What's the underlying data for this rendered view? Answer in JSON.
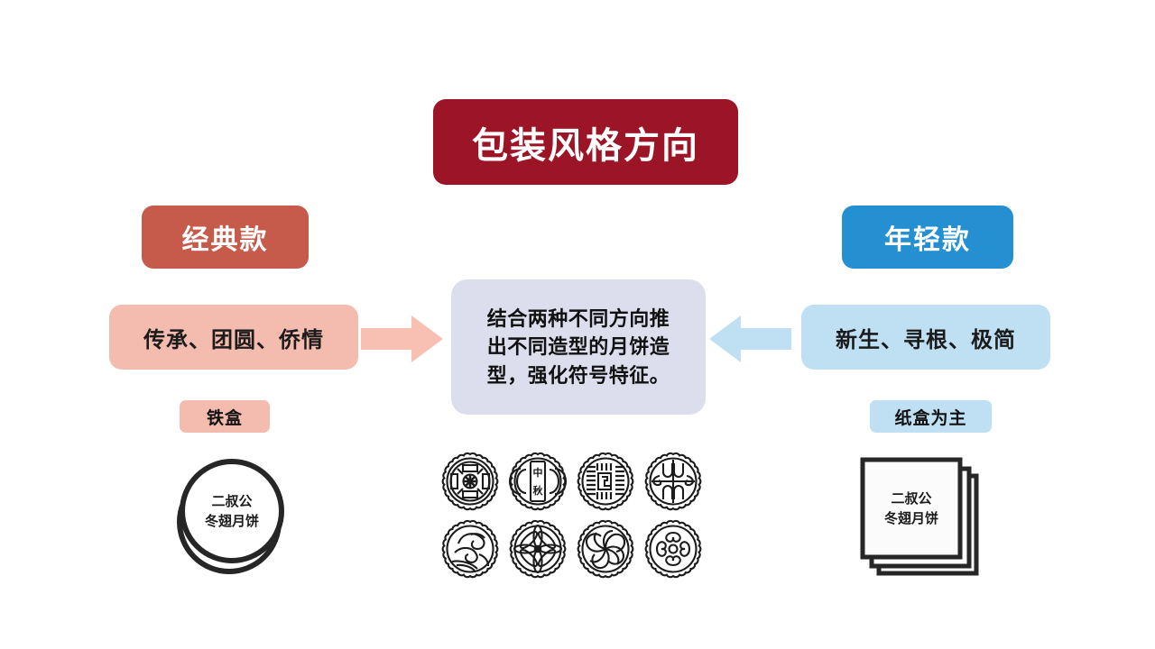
{
  "slide": {
    "title": "包装风格方向",
    "background_color": "#ffffff"
  },
  "colors": {
    "title_red": "#9c1527",
    "classic_header_red": "#c65a4b",
    "young_header_blue": "#2590d1",
    "classic_light_pink": "#f4bcae",
    "young_light_blue": "#bfe0f3",
    "center_lavender": "#dcdeee",
    "ink": "#1b1b1b"
  },
  "left_branch": {
    "header": "经典款",
    "keywords": "传承、团圆、侨情",
    "material_tag": "铁盒",
    "arrow": {
      "name": "arrow-right",
      "direction": "right",
      "color": "#f7c0b2"
    },
    "illustration": {
      "name": "tin-box-illustration",
      "shape": "circular-tin",
      "brand_line1": "二叔公",
      "brand_line2": "冬翅月饼"
    }
  },
  "right_branch": {
    "header": "年轻款",
    "keywords": "新生、寻根、极简",
    "material_tag": "纸盒为主",
    "arrow": {
      "name": "arrow-left",
      "direction": "left",
      "color": "#bfe0f3"
    },
    "illustration": {
      "name": "paper-box-illustration",
      "shape": "stacked-square-boxes",
      "brand_line1": "二叔公",
      "brand_line2": "冬翅月饼"
    }
  },
  "center": {
    "statement_line1": "结合两种不同方向推",
    "statement_line2": "出不同造型的月饼造",
    "statement_line3": "型，强化符号特征。",
    "statement_full": "结合两种不同方向推出不同造型的月饼造型，强化符号特征。"
  },
  "mooncake_gallery": {
    "name": "mooncake-pattern-grid",
    "rows": 2,
    "columns": 4,
    "items": [
      {
        "index": 1,
        "pattern": "geometric-wheel",
        "text": ""
      },
      {
        "index": 2,
        "pattern": "tablet-with-characters",
        "text": "中秋"
      },
      {
        "index": 3,
        "pattern": "maze-lattice",
        "text": ""
      },
      {
        "index": 4,
        "pattern": "symmetric-scroll",
        "text": ""
      },
      {
        "index": 5,
        "pattern": "leaf-foliage",
        "text": ""
      },
      {
        "index": 6,
        "pattern": "chrysanthemum-petals",
        "text": ""
      },
      {
        "index": 7,
        "pattern": "pinwheel-swirl",
        "text": ""
      },
      {
        "index": 8,
        "pattern": "ruyi-cloud-curls",
        "text": ""
      }
    ]
  }
}
